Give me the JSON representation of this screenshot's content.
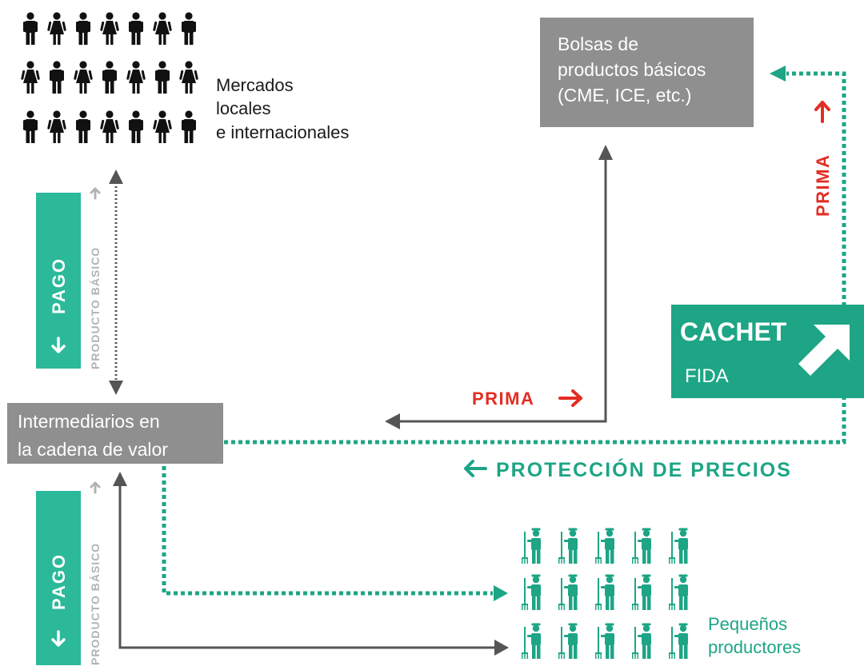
{
  "colors": {
    "green": "#1da585",
    "green_light": "#2bb99a",
    "gray_box": "#8f8f8f",
    "dark_line": "#555555",
    "red": "#e32d23",
    "light_gray": "#b3b3b3",
    "black": "#111111"
  },
  "nodes": {
    "markets": {
      "line1": "Mercados",
      "line2": "locales",
      "line3": "e internacionales"
    },
    "exchanges": {
      "line1": "Bolsas de",
      "line2": "productos básicos",
      "line3": "(CME, ICE, etc.)"
    },
    "intermediaries": {
      "line1": "Intermediarios en",
      "line2": "la cadena de valor"
    },
    "producers": {
      "line1": "Pequeños",
      "line2": "productores"
    },
    "cachet": {
      "title": "CACHET",
      "subtitle": "FIDA"
    }
  },
  "labels": {
    "pago_top": "PAGO",
    "producto_top": "PRODUCTO BÁSICO",
    "pago_bottom": "PAGO",
    "producto_bottom": "PRODUCTO BÁSICO",
    "prima_horizontal": "PRIMA",
    "prima_vertical": "PRIMA",
    "proteccion": "PROTECCIÓN DE PRECIOS"
  },
  "icons": {
    "people_grid": "person-icon",
    "farmers_grid": "farmer-with-pitchfork-icon",
    "arrow_down": "arrow-down-icon",
    "arrow_up": "arrow-up-icon",
    "arrow_right": "arrow-right-icon",
    "arrow_left": "arrow-left-icon",
    "cachet_logo": "diagonal-arrow-icon"
  }
}
